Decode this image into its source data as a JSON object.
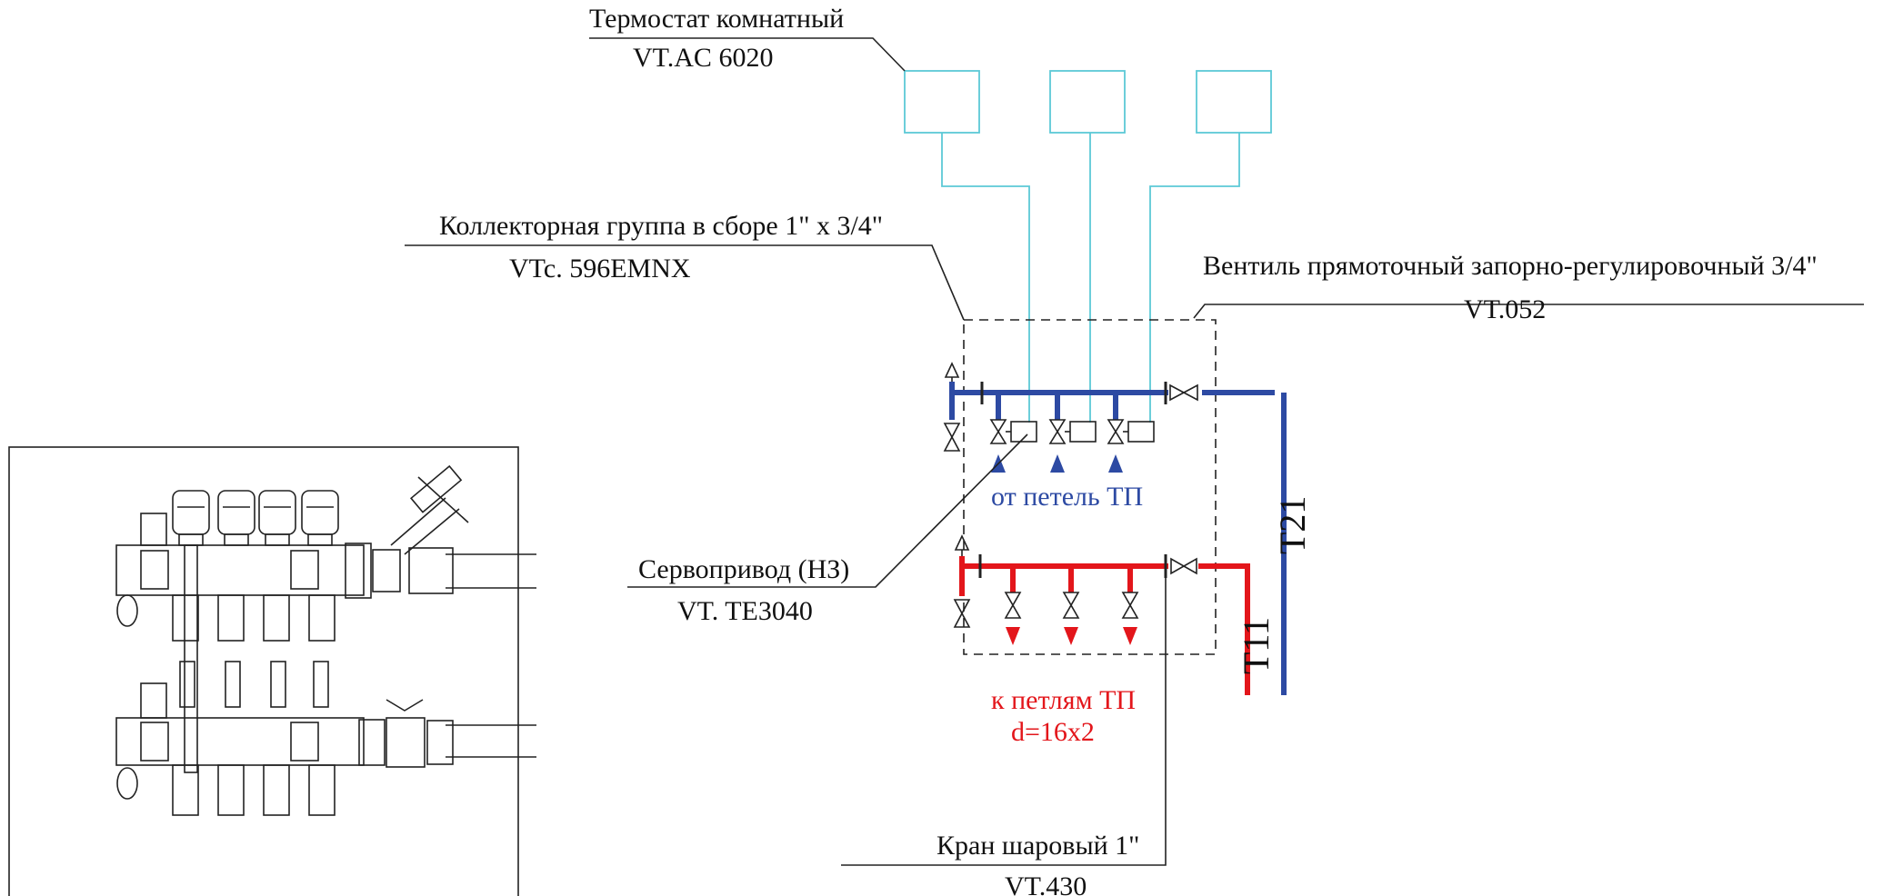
{
  "colors": {
    "supply": "#e3161b",
    "return": "#2d4aa3",
    "thermostat": "#5cc9d6",
    "ink": "#111111"
  },
  "labels": {
    "thermostat_name": "Термостат комнатный",
    "thermostat_code": "VT.AC 6020",
    "manifold_name": "Коллекторная группа в сборе 1\" х 3/4\"",
    "manifold_code": "VTc. 596EMNX",
    "valve_name": "Вентиль прямоточный запорно-регулировочный 3/4\"",
    "valve_code": "VT.052",
    "actuator_name": "Сервопривод (НЗ)",
    "actuator_code": "VT. TE3040",
    "ballvalve_name": "Кран шаровый 1\"",
    "ballvalve_code": "VT.430",
    "from_loops": "от петель ТП",
    "to_loops": "к петлям ТП",
    "pipe_size": "d=16х2",
    "return_pipe": "Т21",
    "supply_pipe": "Т11"
  },
  "icons": {
    "manifold_drawing": "manifold-assembly-drawing",
    "thermostat": "thermostat-box-icon",
    "valve": "valve-symbol-icon",
    "actuator": "servo-actuator-icon",
    "air_vent": "air-vent-icon",
    "flow_up": "flow-arrow-up-icon",
    "flow_down": "flow-arrow-down-icon"
  }
}
